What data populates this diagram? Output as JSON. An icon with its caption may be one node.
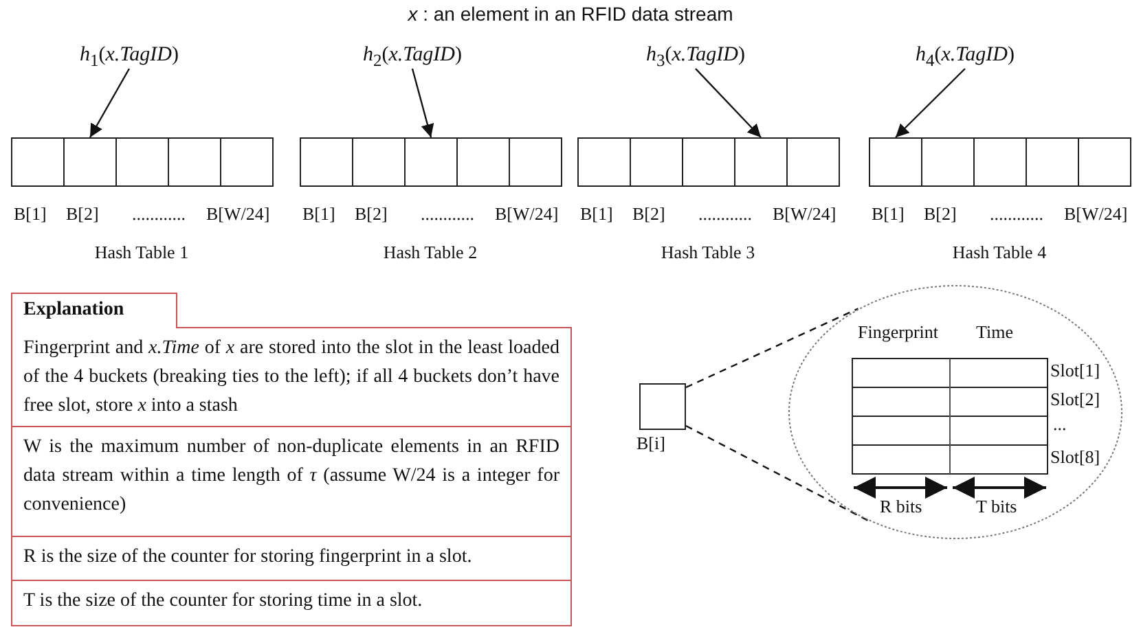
{
  "diagram": {
    "title": "*x* : an element in an RFID data stream",
    "nodes": [
      {
        "text": [
          "*h*$_{1}$(*x.TagID*)"
        ]
      },
      {
        "text": [
          "Hash Table 1"
        ]
      },
      {
        "text": [],
        "shape": "box",
        "in": 1
      },
      {
        "text": [],
        "shape": "box",
        "in": 1
      },
      {
        "text": [],
        "shape": "box",
        "in": 1
      },
      {
        "text": [],
        "shape": "box",
        "in": 1
      },
      {
        "text": [],
        "shape": "box",
        "in": 1
      },
      {
        "text": [
          "*h*$_{2}$(*x.TagID*)"
        ]
      },
      {
        "text": [
          "Hash Table 2"
        ]
      },
      {
        "text": [],
        "shape": "box",
        "in": 8
      },
      {
        "text": [],
        "shape": "box",
        "in": 8
      },
      {
        "text": [],
        "shape": "box",
        "in": 8
      },
      {
        "text": [],
        "shape": "box",
        "in": 8
      },
      {
        "text": [],
        "shape": "box",
        "in": 8
      },
      {
        "text": [
          "*h*$_{3}$(*x.TagID*)"
        ]
      },
      {
        "text": [
          "Hash Table 3"
        ]
      },
      {
        "text": [],
        "shape": "box",
        "in": 15
      },
      {
        "text": [],
        "shape": "box",
        "in": 15
      },
      {
        "text": [],
        "shape": "box",
        "in": 15
      },
      {
        "text": [],
        "shape": "box",
        "in": 15
      },
      {
        "text": [],
        "shape": "box",
        "in": 15
      },
      {
        "text": [
          "*h*$_{4}$(*x.TagID*)"
        ]
      },
      {
        "text": [
          "Hash Table 4"
        ]
      },
      {
        "text": [],
        "shape": "box",
        "in": 22
      },
      {
        "text": [],
        "shape": "box",
        "in": 22
      },
      {
        "text": [],
        "shape": "box",
        "in": 22
      },
      {
        "text": [],
        "shape": "box",
        "in": 22
      },
      {
        "text": [],
        "shape": "box",
        "in": 22
      },
      {
        "text": [
          "Explanation"
        ]
      },
      {
        "text": [
          "Fingerprint and *x.Time* of *x* are stored into the slot in the least loaded of the 4 buckets (breaking ties to the left); if all 4 buckets don’t have free slot, store *x* into a stash"
        ]
      },
      {
        "text": [
          "W is the maximum number of non-duplicate elements in an RFID data stream within a time length of *τ* (assume W/24 is a integer for convenience)"
        ]
      },
      {
        "text": [
          "R is the size of the counter for storing fingerprint in a slot."
        ]
      },
      {
        "text": [
          "T is the size of the counter for storing time in a slot."
        ]
      },
      {
        "text": [
          "B[i]"
        ]
      },
      {
        "text": [],
        "shape": "ellipse"
      }
    ],
    "edges": [
      {
        "from": 0,
        "to": 3,
        "arrow": "to"
      },
      {
        "from": 7,
        "to": 11,
        "arrow": "to"
      },
      {
        "from": 14,
        "to": 19,
        "arrow": "to"
      },
      {
        "from": 21,
        "to": 23,
        "arrow": "to"
      },
      {
        "from": 33,
        "to": 34,
        "arrow": "none",
        "style": "dashed"
      },
      {
        "from": 33,
        "to": 34,
        "arrow": "none",
        "style": "dashed"
      }
    ],
    "labels": [
      "B[1]",
      "B[2]",
      "............",
      "B[W/24]",
      "B[1]",
      "B[2]",
      "............",
      "B[W/24]",
      "B[1]",
      "B[2]",
      "............",
      "B[W/24]",
      "B[1]",
      "B[2]",
      "............",
      "B[W/24]",
      "Fingerprint",
      "Time",
      "Slot[1]",
      "Slot[2]",
      "...",
      "Slot[8]",
      "R bits",
      "T bits"
    ]
  }
}
